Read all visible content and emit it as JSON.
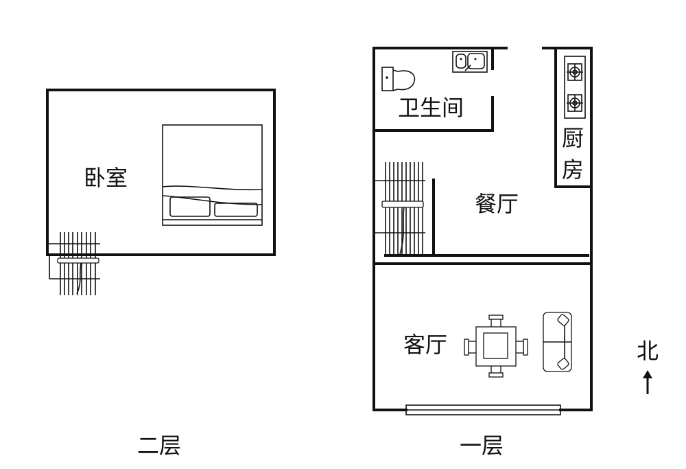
{
  "floors": {
    "second": {
      "label": "二层",
      "rooms": {
        "bedroom": "卧室"
      }
    },
    "first": {
      "label": "一层",
      "rooms": {
        "bathroom": "卫生间",
        "kitchen_1": "厨",
        "kitchen_2": "房",
        "dining": "餐厅",
        "living": "客厅"
      }
    }
  },
  "compass": {
    "north": "北"
  }
}
